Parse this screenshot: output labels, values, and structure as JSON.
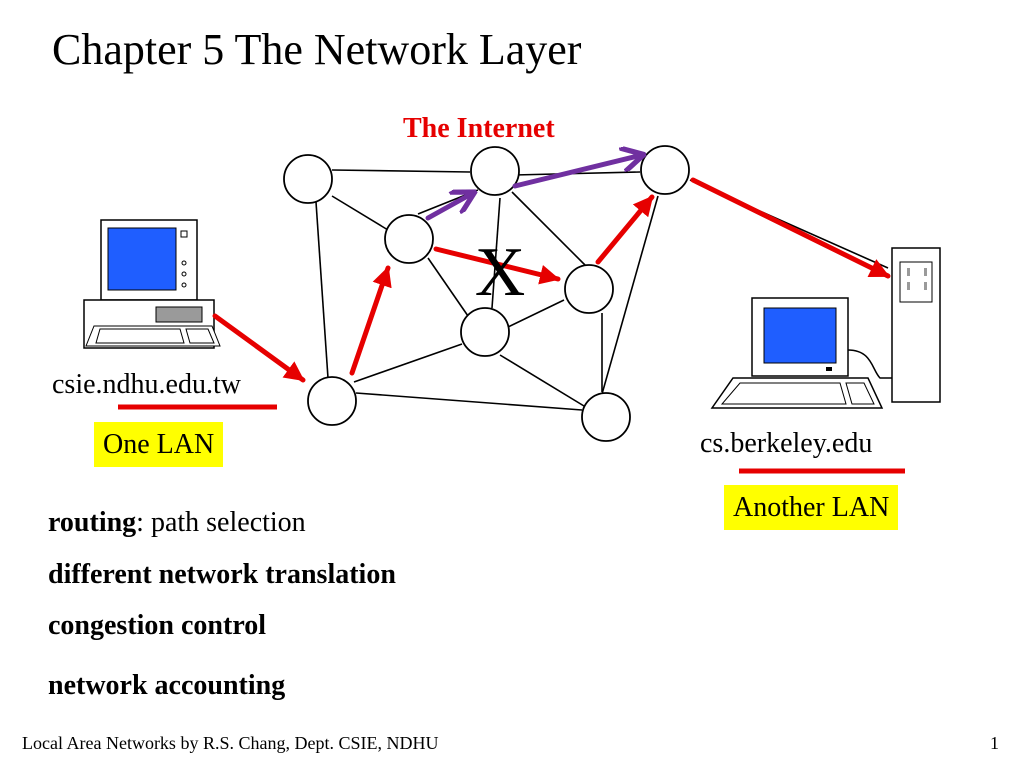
{
  "slide": {
    "title": "Chapter 5 The Network Layer",
    "network_label": "The Internet",
    "failure_mark": "X",
    "hosts": {
      "left": "csie.ndhu.edu.tw",
      "right": "cs.berkeley.edu"
    },
    "lans": {
      "left": "One LAN",
      "right": "Another LAN"
    },
    "topics": [
      {
        "bold": "routing",
        "rest": ": path selection"
      },
      {
        "bold": "different network translation",
        "rest": ""
      },
      {
        "bold": "congestion control",
        "rest": ""
      },
      {
        "bold": "network accounting",
        "rest": ""
      }
    ]
  },
  "footer": {
    "credit": "Local Area Networks by R.S. Chang, Dept. CSIE, NDHU",
    "page_number": "1"
  },
  "colors": {
    "route": "#e60000",
    "alternate_route": "#7030a0",
    "lan_highlight": "#ffff00",
    "screen": "#1f5eff",
    "network_label": "#e60000"
  },
  "icons": {
    "left_host": "desktop-computer-icon",
    "right_host": "desktop-computer-icon",
    "right_server": "tower-computer-icon"
  }
}
